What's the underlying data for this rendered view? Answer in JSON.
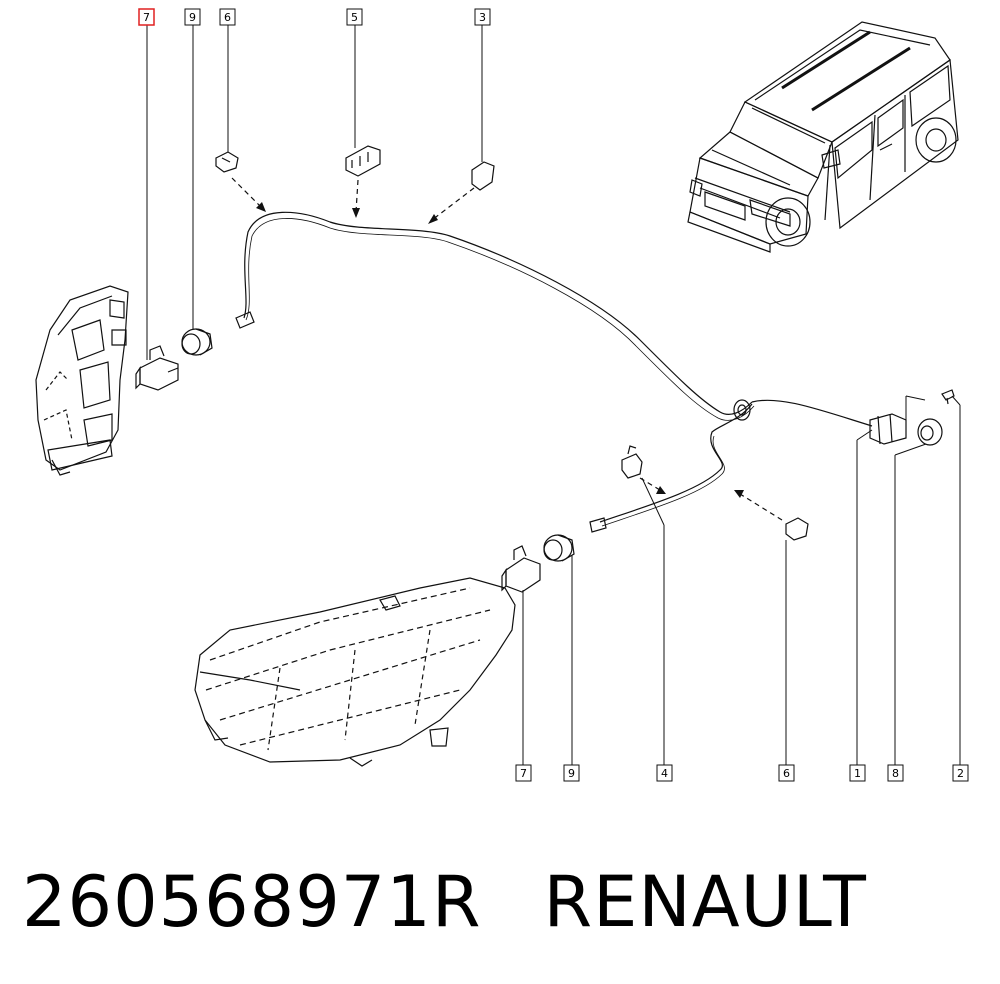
{
  "diagram": {
    "callouts_top": [
      "7",
      "9",
      "6",
      "5",
      "3"
    ],
    "callouts_bottom": [
      "7",
      "9",
      "4",
      "6",
      "1",
      "8",
      "2"
    ],
    "highlight_color": "#e02020"
  },
  "footer": {
    "part_number": "260568971R",
    "brand": "RENAULT"
  }
}
